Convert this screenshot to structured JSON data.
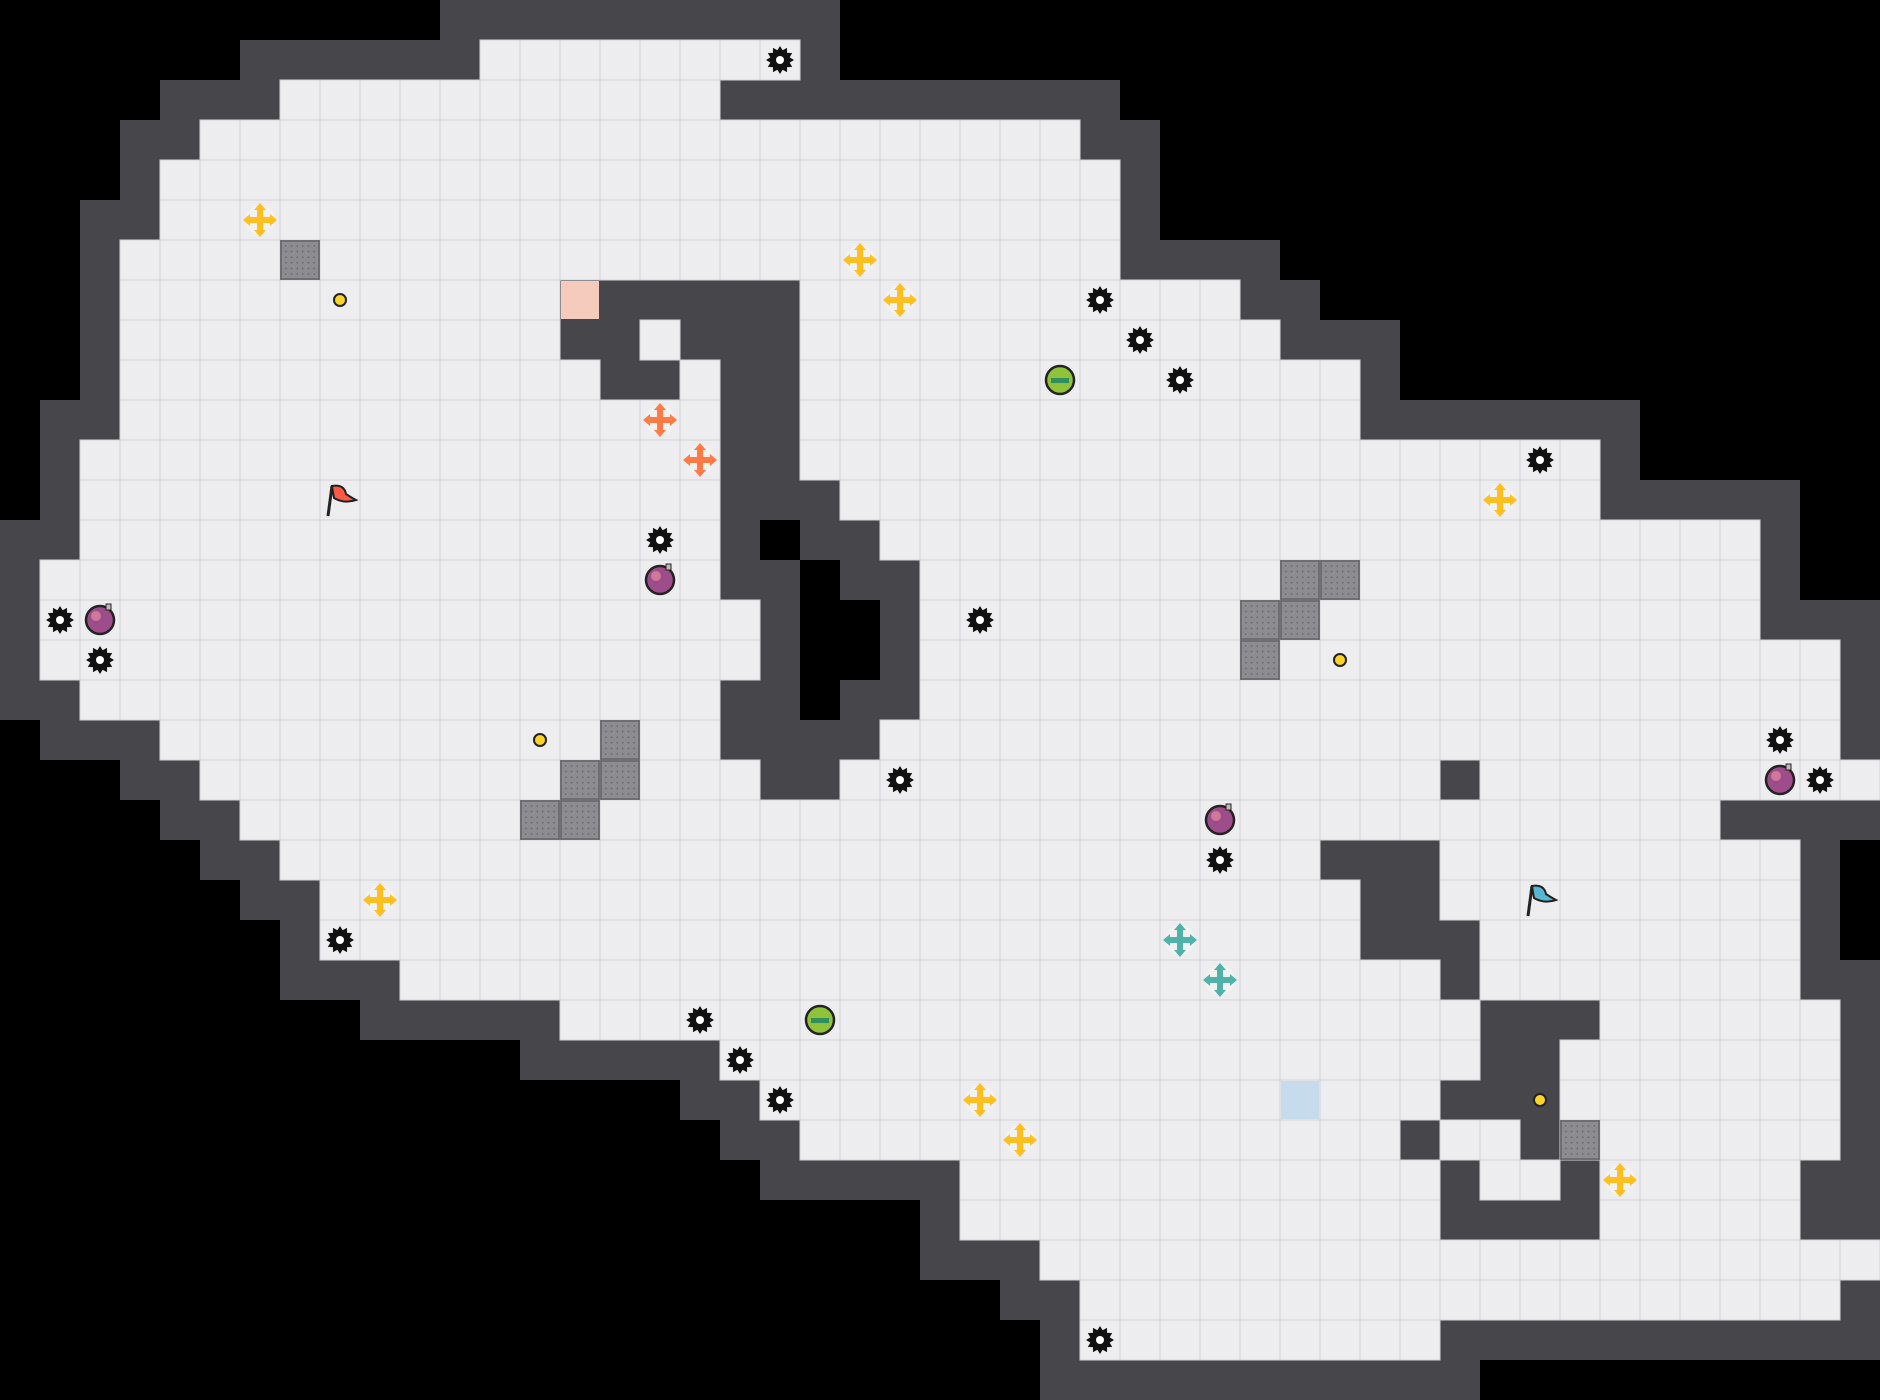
{
  "palette": {
    "background": "#000000",
    "wall": "#46464b",
    "wall_edge": "#2b2b30",
    "floor": "#ededf0",
    "grid": "#d4d4d9",
    "crate": "#8c8c91",
    "red_team": "#ff5a45",
    "blue_team": "#5ab7d2",
    "red_zone": "#f4cbbd",
    "blue_zone": "#c6dced",
    "boost_yellow": "#ffc01f",
    "boost_red": "#ff7a45",
    "boost_teal": "#4fb3a9",
    "bomb": "#9d4d8a",
    "token": "#ffd428",
    "spike": "#111111",
    "portal_green": "#8fc43a"
  },
  "map": {
    "columns": 47,
    "rows": 35,
    "floor_rows": [
      "                                               ",
      "            ########                        ",
      "       ###########                          ",
      "     ######################                 ",
      "    ########################                ",
      "    ########################                ",
      "   #########################                ",
      "   ###########      ###########             ",
      "   ###########  #   ############            ",
      "   ############  #  ##############          ",
      "   ###############  ##############          ",
      "  ################  ####################    ",
      "  ################   ###################    ",
      "  ################    ######################  ",
      " #################     #####################  ",
      " ##################    #####################  ",
      " ##################    #######################",
      "  ################     #######################",
      "    ##############    ########################",
      "     ##############  ############### ##########",
      "      #####################################  ",
      "       ##########################   #########",
      "        ##########################  #########",
      "        ##########################   ########",
      "          ########################## ########",
      "              #######################   ######",
      "                  ###################  #######",
      "                   #################   #######",
      "                    ############### ## #######",
      "                        ############ ## #####",
      "                        ############    #####",
      "                          ######################",
      "                           ###################",
      "                           #########          ",
      "                                               "
    ]
  },
  "objects": {
    "flags": [
      {
        "team": "red",
        "cell": [
          8,
          12
        ]
      },
      {
        "team": "blue",
        "cell": [
          38,
          22
        ]
      }
    ],
    "team_zones": [
      {
        "team": "red",
        "cell": [
          14,
          7
        ]
      },
      {
        "team": "blue",
        "cell": [
          32,
          27
        ]
      }
    ],
    "crates": [
      [
        7,
        6
      ],
      [
        15,
        18
      ],
      [
        14,
        19
      ],
      [
        15,
        19
      ],
      [
        13,
        20
      ],
      [
        14,
        20
      ],
      [
        32,
        14
      ],
      [
        33,
        14
      ],
      [
        31,
        15
      ],
      [
        32,
        15
      ],
      [
        31,
        16
      ],
      [
        39,
        28
      ]
    ],
    "spikes": [
      [
        19,
        1
      ],
      [
        27,
        7
      ],
      [
        28,
        8
      ],
      [
        29,
        9
      ],
      [
        38,
        11
      ],
      [
        16,
        13
      ],
      [
        1,
        15
      ],
      [
        24,
        15
      ],
      [
        2,
        16
      ],
      [
        22,
        19
      ],
      [
        44,
        18
      ],
      [
        45,
        19
      ],
      [
        30,
        21
      ],
      [
        8,
        23
      ],
      [
        17,
        25
      ],
      [
        18,
        26
      ],
      [
        19,
        27
      ],
      [
        27,
        33
      ]
    ],
    "boosts": [
      {
        "color": "yellow",
        "cell": [
          6,
          5
        ]
      },
      {
        "color": "yellow",
        "cell": [
          21,
          6
        ]
      },
      {
        "color": "yellow",
        "cell": [
          22,
          7
        ]
      },
      {
        "color": "yellow",
        "cell": [
          37,
          12
        ]
      },
      {
        "color": "yellow",
        "cell": [
          9,
          22
        ]
      },
      {
        "color": "yellow",
        "cell": [
          24,
          27
        ]
      },
      {
        "color": "yellow",
        "cell": [
          25,
          28
        ]
      },
      {
        "color": "yellow",
        "cell": [
          40,
          29
        ]
      },
      {
        "color": "red",
        "cell": [
          16,
          10
        ]
      },
      {
        "color": "red",
        "cell": [
          17,
          11
        ]
      },
      {
        "color": "teal",
        "cell": [
          29,
          23
        ]
      },
      {
        "color": "teal",
        "cell": [
          30,
          24
        ]
      }
    ],
    "bombs": [
      [
        16,
        14
      ],
      [
        2,
        15
      ],
      [
        44,
        19
      ],
      [
        30,
        20
      ]
    ],
    "tokens": [
      [
        8,
        7
      ],
      [
        13,
        18
      ],
      [
        33,
        16
      ],
      [
        38,
        27
      ]
    ],
    "portals": [
      [
        26,
        9
      ],
      [
        20,
        25
      ]
    ]
  }
}
